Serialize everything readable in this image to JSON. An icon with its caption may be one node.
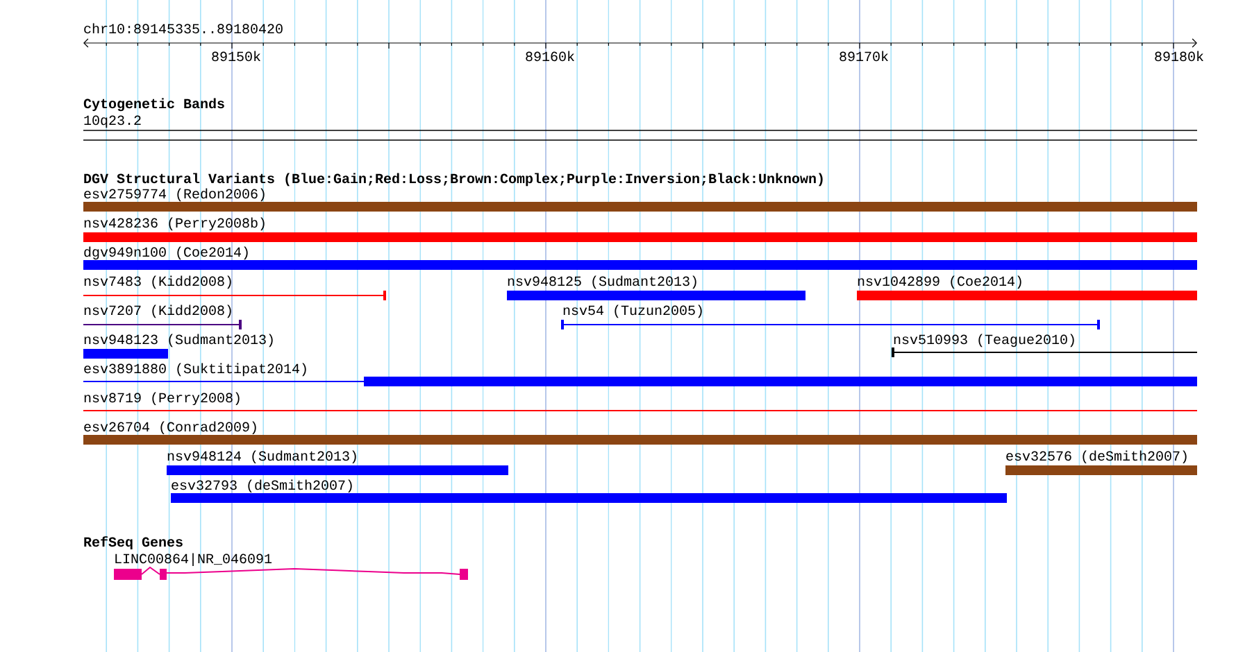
{
  "diagram": {
    "nodes": [
      {
        "text": [
          "esv2759774 (Redon2006)"
        ]
      },
      {
        "text": [
          "nsv428236 (Perry2008b)"
        ]
      },
      {
        "text": [
          "dgv949n100 (Coe2014)"
        ]
      },
      {
        "text": [
          "nsv7483 (Kidd2008)"
        ]
      },
      {
        "text": [
          "nsv948125 (Sudmant2013)"
        ]
      },
      {
        "text": [
          "nsv1042899 (Coe2014)"
        ]
      },
      {
        "text": [
          "nsv7207 (Kidd2008)"
        ]
      },
      {
        "text": [
          "nsv54 (Tuzun2005)"
        ]
      },
      {
        "text": [
          "nsv948123 (Sudmant2013)"
        ]
      },
      {
        "text": [
          "nsv510993 (Teague2010)"
        ]
      },
      {
        "text": [
          "esv3891880 (Suktitipat2014)"
        ]
      },
      {
        "text": [
          "nsv8719 (Perry2008)"
        ]
      },
      {
        "text": [
          "esv26704 (Conrad2009)"
        ]
      },
      {
        "text": [
          "nsv948124 (Sudmant2013)"
        ]
      },
      {
        "text": [
          "esv32576 (deSmith2007)"
        ]
      },
      {
        "text": [
          "esv32793 (deSmith2007)"
        ]
      },
      {
        "text": [
          "LINC00864|NR_046091"
        ]
      }
    ],
    "labels": [
      "chr10:89145335..89180420",
      "89150k",
      "89160k",
      "89170k",
      "89180k",
      "Cytogenetic Bands",
      "10q23.2",
      "DGV Structural Variants (Blue:Gain;Red:Loss;Brown:Complex;Purple:Inversion;Black:Unknown)",
      "RefSeq Genes"
    ]
  }
}
